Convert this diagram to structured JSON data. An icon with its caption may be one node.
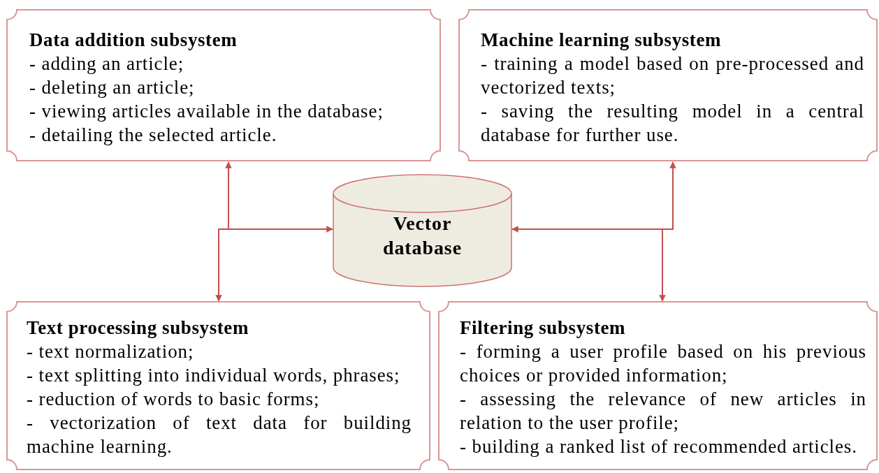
{
  "diagram": {
    "nodes": [
      {
        "text": [
          "Data addition subsystem",
          "- adding an article;",
          "- deleting an article;",
          "- viewing articles available in the database;",
          "- detailing the selected article."
        ]
      },
      {
        "text": [
          "Machine learning subsystem",
          "- training a model based on pre-processed and vectorized texts;",
          "- saving the resulting model in a central database for further use."
        ]
      },
      {
        "text": [
          "Vector database"
        ]
      },
      {
        "text": [
          "Text processing subsystem",
          "- text normalization;",
          "- text splitting into individual words, phrases;",
          "- reduction of words to basic forms;",
          "- vectorization of text data for building machine learning."
        ]
      },
      {
        "text": [
          "Filtering subsystem",
          "- forming a user profile based on his previous choices or provided information;",
          "- assessing the relevance of new articles in relation to the user profile;",
          "- building a ranked list of recommended articles."
        ]
      }
    ],
    "edges": [
      {
        "from": 0,
        "to": 2,
        "arrow": "both"
      },
      {
        "from": 0,
        "to": 3,
        "arrow": "to"
      },
      {
        "from": 1,
        "to": 2,
        "arrow": "both"
      },
      {
        "from": 1,
        "to": 4,
        "arrow": "to"
      }
    ]
  }
}
